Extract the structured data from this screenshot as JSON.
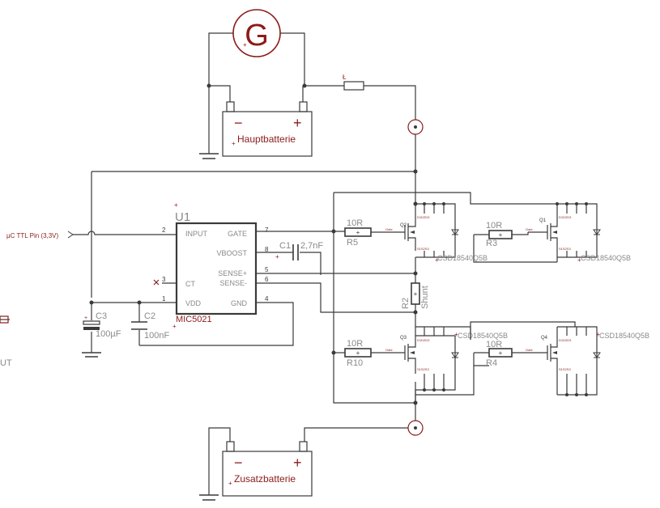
{
  "generator": {
    "label": "G"
  },
  "batteries": [
    {
      "id": "main",
      "label": "Hauptbatterie",
      "minus": "−",
      "plus": "+"
    },
    {
      "id": "aux",
      "label": "Zusatzbatterie",
      "minus": "−",
      "plus": "+"
    }
  ],
  "ic": {
    "ref": "U1",
    "value": "MIC5021",
    "pins_left": [
      {
        "num": "2",
        "name": "INPUT"
      },
      {
        "num": "3",
        "name": "CT"
      },
      {
        "num": "1",
        "name": "VDD"
      }
    ],
    "pins_right": [
      {
        "num": "7",
        "name": "GATE"
      },
      {
        "num": "8",
        "name": "VBOOST"
      },
      {
        "num": "5",
        "name": "SENSE+"
      },
      {
        "num": "6",
        "name": "SENSE-"
      },
      {
        "num": "4",
        "name": "GND"
      }
    ]
  },
  "input_label": "µC TTL Pin (3,3V)",
  "left_edge_text": "UT",
  "capacitors": [
    {
      "ref": "C1",
      "value": "2,7nF"
    },
    {
      "ref": "C2",
      "value": "100nF"
    },
    {
      "ref": "C3",
      "value": "100µF"
    }
  ],
  "resistors": [
    {
      "ref": "R5",
      "value": "10R"
    },
    {
      "ref": "R3",
      "value": "10R"
    },
    {
      "ref": "R10",
      "value": "10R"
    },
    {
      "ref": "R4",
      "value": "10R"
    }
  ],
  "shunt": {
    "ref": "R2",
    "value": "Shunt"
  },
  "mosfets": [
    {
      "part": "CSD18540Q5B",
      "pin_drain": "D1D2D3",
      "pin_gate": "Gate",
      "pin_source": "S1S2S3"
    },
    {
      "part": "CSD18540Q5B",
      "pin_drain": "D1D2D3",
      "pin_gate": "Gate",
      "pin_source": "S1S2S3"
    },
    {
      "part": "CSD18540Q5B",
      "pin_drain": "D1D2D3",
      "pin_gate": "Gate",
      "pin_source": "S1S2S3"
    },
    {
      "part": "CSD18540Q5B",
      "pin_drain": "D1D2D3",
      "pin_gate": "Gate",
      "pin_source": "S1S2S3"
    }
  ],
  "fuse": {
    "label": "Ł"
  }
}
